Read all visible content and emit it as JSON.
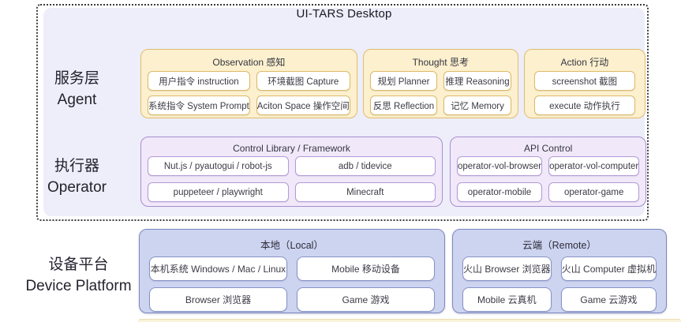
{
  "title": "UI-TARS Desktop",
  "layers": {
    "agent": {
      "zh": "服务层",
      "en": "Agent"
    },
    "operator": {
      "zh": "执行器",
      "en": "Operator"
    },
    "device": {
      "zh": "设备平台",
      "en": "Device Platform"
    }
  },
  "agent_groups": [
    {
      "header": "Observation 感知",
      "items": [
        "用户指令 instruction",
        "环境截图 Capture",
        "系统指令 System Prompt",
        "Aciton Space 操作空间"
      ]
    },
    {
      "header": "Thought 思考",
      "items": [
        "规划 Planner",
        "推理 Reasoning",
        "反思 Reflection",
        "记忆 Memory"
      ]
    },
    {
      "header": "Action 行动",
      "items": [
        "screenshot 截图",
        "execute 动作执行"
      ]
    }
  ],
  "operator_groups": [
    {
      "header": "Control Library / Framework",
      "items": [
        "Nut.js / pyautogui / robot-js",
        "adb / tidevice",
        "puppeteer / playwright",
        "Minecraft"
      ]
    },
    {
      "header": "API Control",
      "items": [
        "operator-vol-browser",
        "operator-vol-computer",
        "operator-mobile",
        "operator-game"
      ]
    }
  ],
  "device_groups": [
    {
      "header": "本地（Local）",
      "items": [
        "本机系统 Windows / Mac / Linux",
        "Mobile 移动设备",
        "Browser 浏览器",
        "Game 游戏"
      ]
    },
    {
      "header": "云端（Remote）",
      "items": [
        "火山 Browser 浏览器",
        "火山 Computer 虚拟机",
        "Mobile 云真机",
        "Game 云游戏"
      ]
    }
  ],
  "colors": {
    "panel_background": "#edeef9",
    "dashed_border": "#3a3a3e",
    "agent_fill": "#fcf0cf",
    "agent_border": "#e0bd6e",
    "operator_fill": "#f1e9fa",
    "operator_border": "#a98ed0",
    "device_fill": "#cdd4f0",
    "device_border": "#7d88c0",
    "node_fill": "#ffffff",
    "text": "#2e2e3a"
  }
}
